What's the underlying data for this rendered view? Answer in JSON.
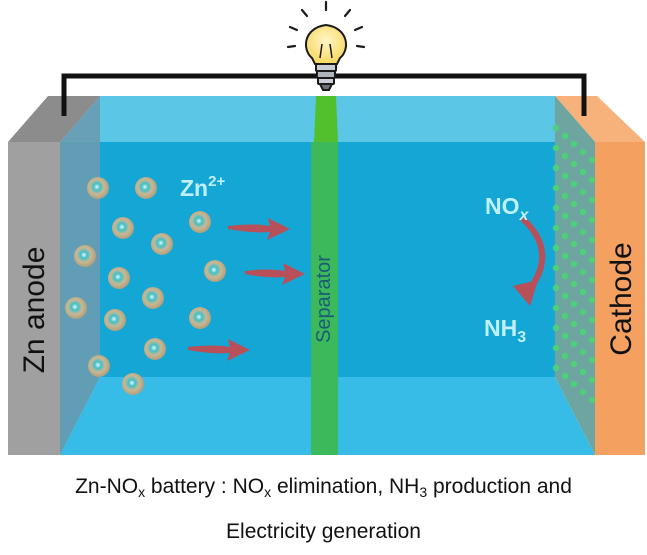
{
  "labels": {
    "anode": "Zn anode",
    "cathode": "Cathode",
    "separator": "Separator",
    "ion": {
      "base": "Zn",
      "sup": "2+"
    },
    "reactant": {
      "base": "NO",
      "sub": "x"
    },
    "product": {
      "base": "NH",
      "sub": "3"
    }
  },
  "caption": {
    "line1_a": "Zn-NO",
    "line1_a_sub": "x",
    "line1_b": " battery : NO",
    "line1_b_sub": "x",
    "line1_c": " elimination, NH",
    "line1_c_sub": "3",
    "line1_d": " production and",
    "line2": "Electricity generation"
  },
  "colors": {
    "anode": "#a0a0a0",
    "cathode": "#f4a060",
    "electrolyte_back": "#14a8d6",
    "electrolyte_top": "#5fc7e6",
    "electrolyte_bottom": "#38bde6",
    "separator": "#3cb95a",
    "ion": "#c8b48a",
    "arrow": "#b8505a",
    "cathode_particles": "#4cd07a",
    "label": "#bff0ff"
  },
  "icons": [
    "light-bulb-icon",
    "zn-ion-icon",
    "ion-flow-arrow-icon",
    "reaction-arrow-icon"
  ]
}
